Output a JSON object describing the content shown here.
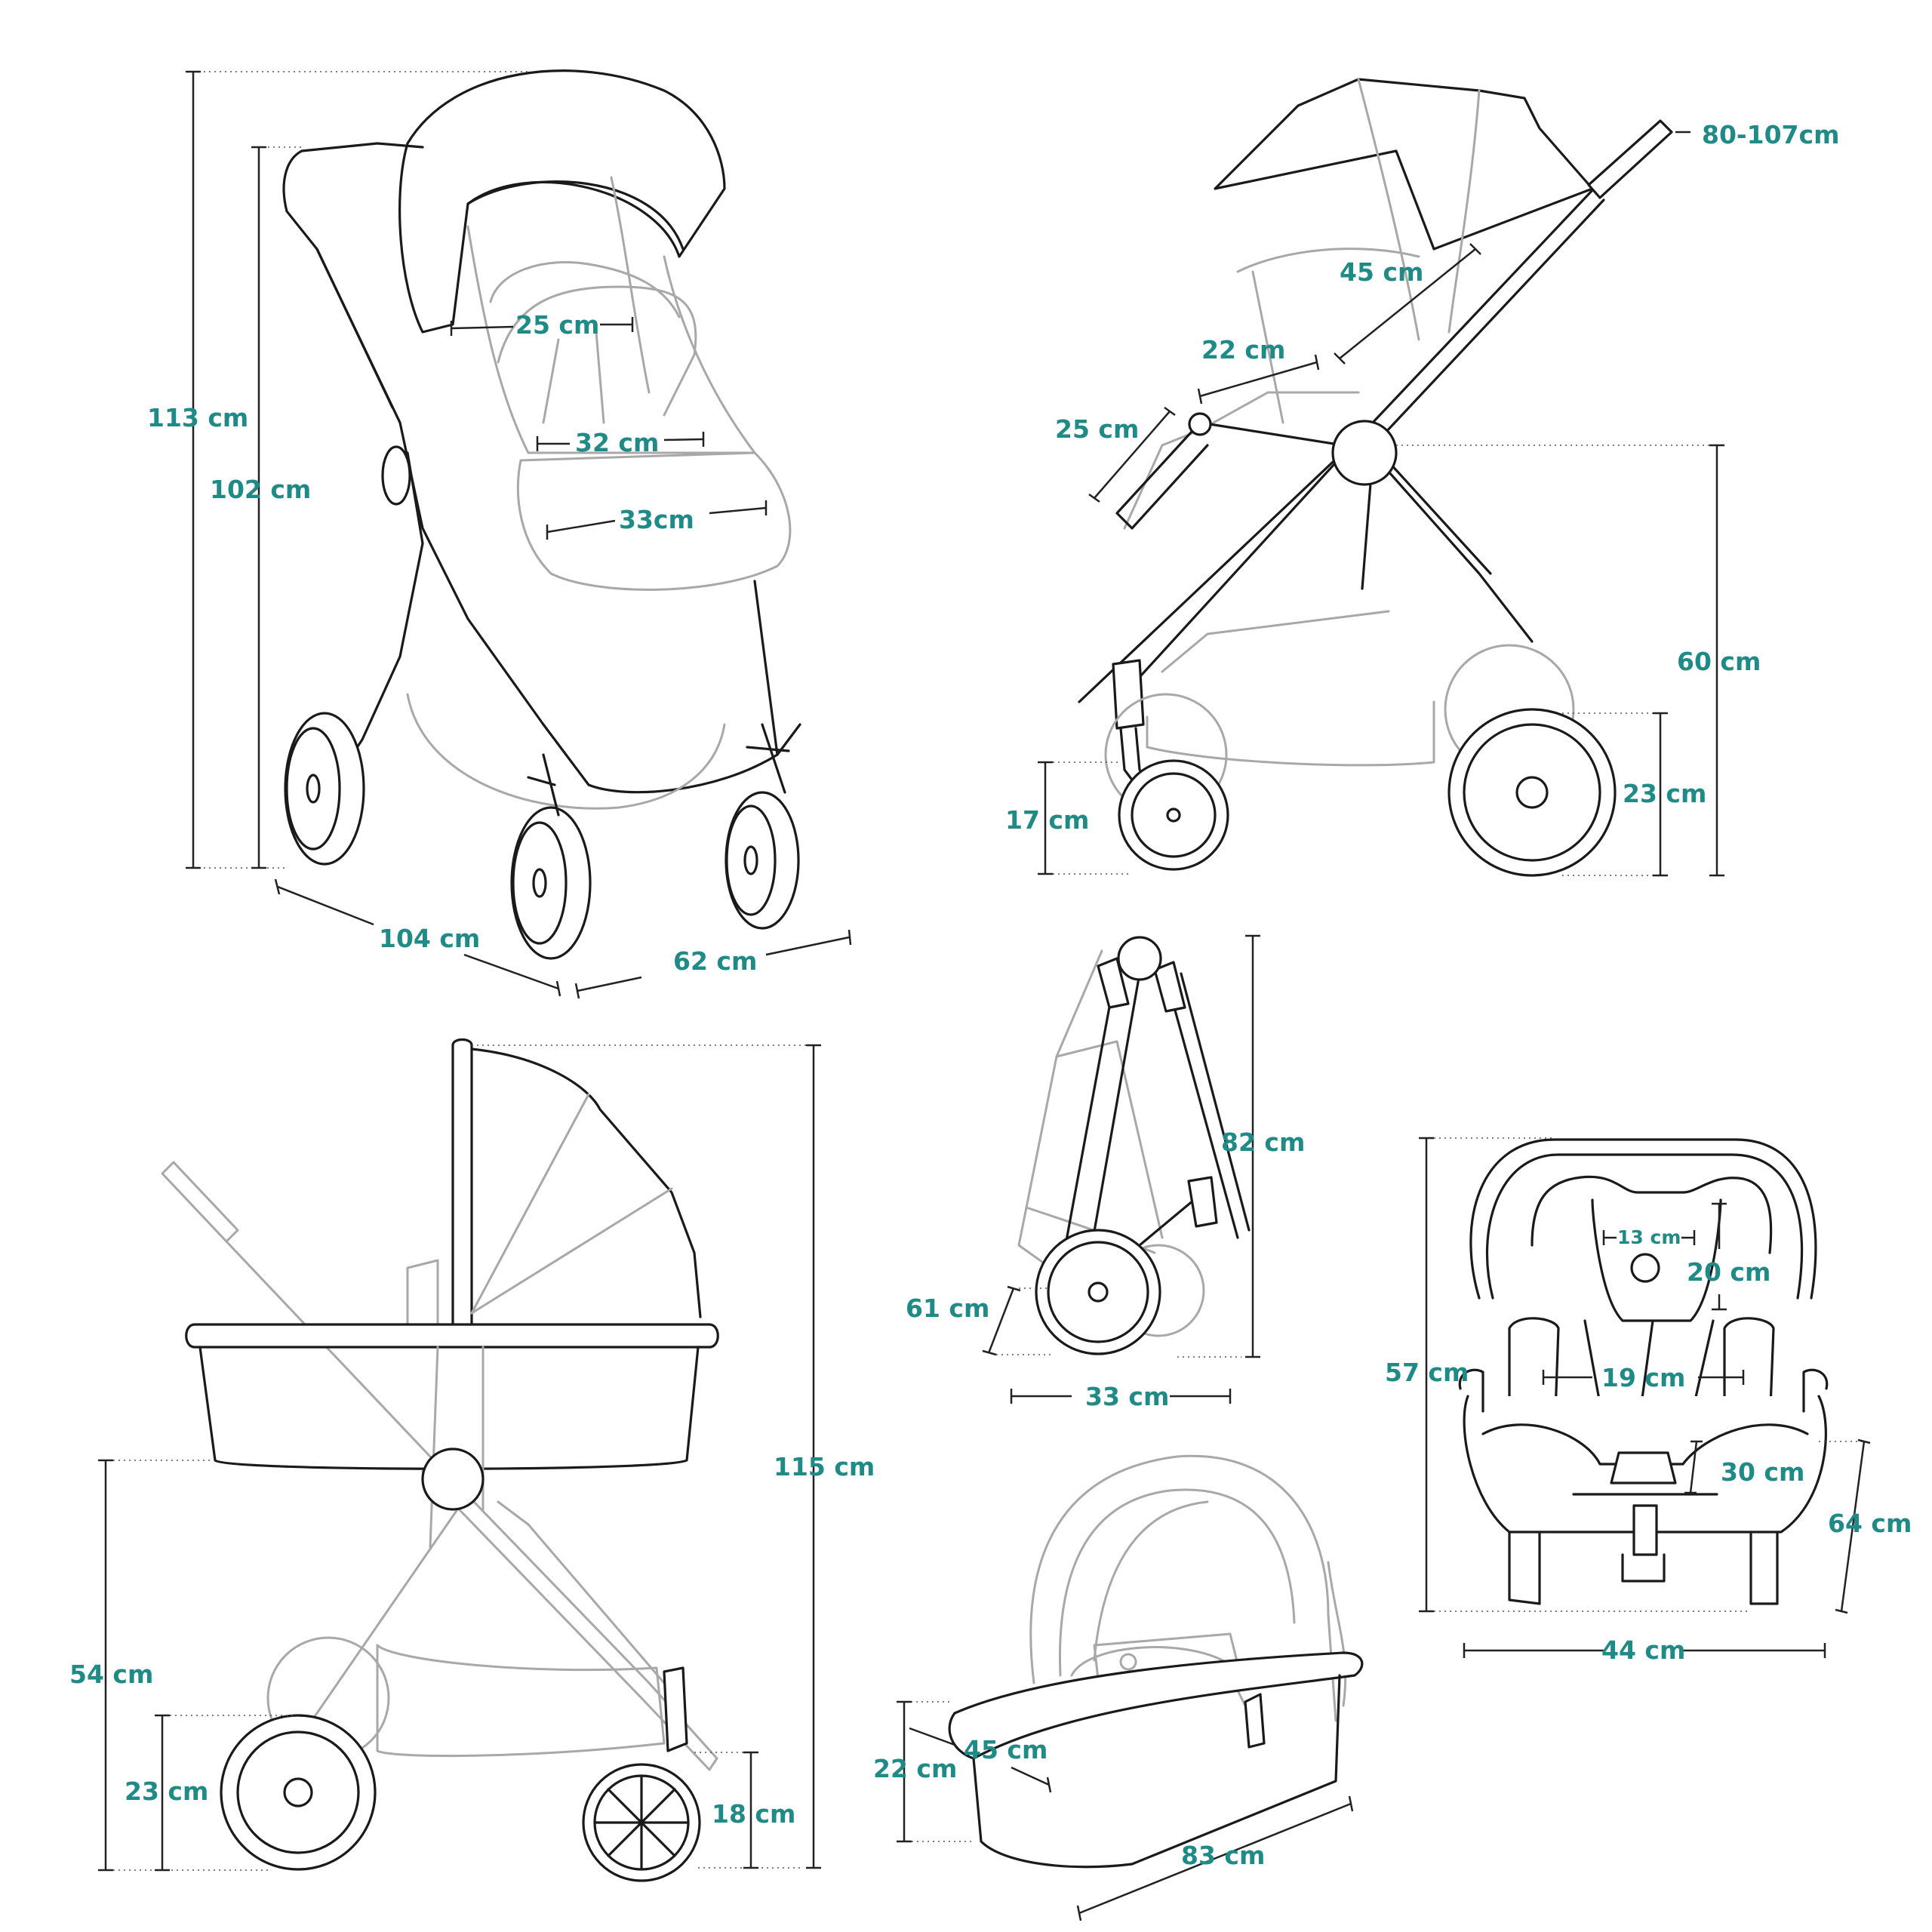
{
  "colors": {
    "label": "#1f8a86",
    "line": "#1a1a1a",
    "light_line": "#a8a8a8",
    "background": "#ffffff"
  },
  "stroller_front": {
    "total_height": "113 cm",
    "handle_height": "102 cm",
    "seat_back_width": "25 cm",
    "seat_width": "32 cm",
    "footrest_width": "33cm",
    "length": "104 cm",
    "width": "62 cm"
  },
  "stroller_side": {
    "handle_range": "80-107cm",
    "backrest_length": "45 cm",
    "seat_depth": "22 cm",
    "legrest_length": "25 cm",
    "seat_height": "60 cm",
    "rear_wheel": "23 cm",
    "front_wheel": "17 cm"
  },
  "carrycot_mode": {
    "total_height": "115 cm",
    "carrycot_height": "54 cm",
    "rear_wheel": "23 cm",
    "front_wheel": "18 cm"
  },
  "folded": {
    "height": "82 cm",
    "length": "61 cm",
    "width": "33 cm"
  },
  "carrycot": {
    "height": "22 cm",
    "width": "45 cm",
    "length": "83 cm"
  },
  "car_seat": {
    "headrest_width": "13 cm",
    "headrest_height": "20 cm",
    "shoulder_width": "19 cm",
    "seat_depth": "30 cm",
    "height": "57 cm",
    "total_height": "64 cm",
    "width": "44 cm"
  }
}
